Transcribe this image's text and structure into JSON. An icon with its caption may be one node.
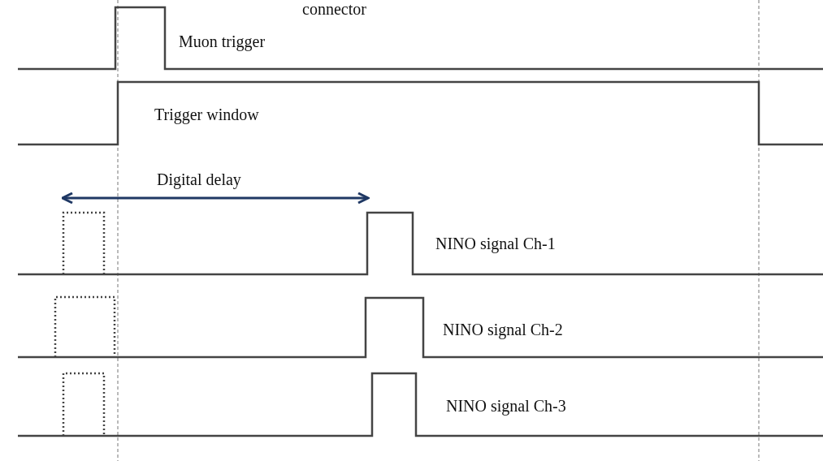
{
  "diagram": {
    "labels": [
      "connector",
      "Muon trigger",
      "Trigger window",
      "Digital delay",
      "NINO signal Ch-1",
      "NINO signal Ch-2",
      "NINO signal Ch-3"
    ]
  }
}
